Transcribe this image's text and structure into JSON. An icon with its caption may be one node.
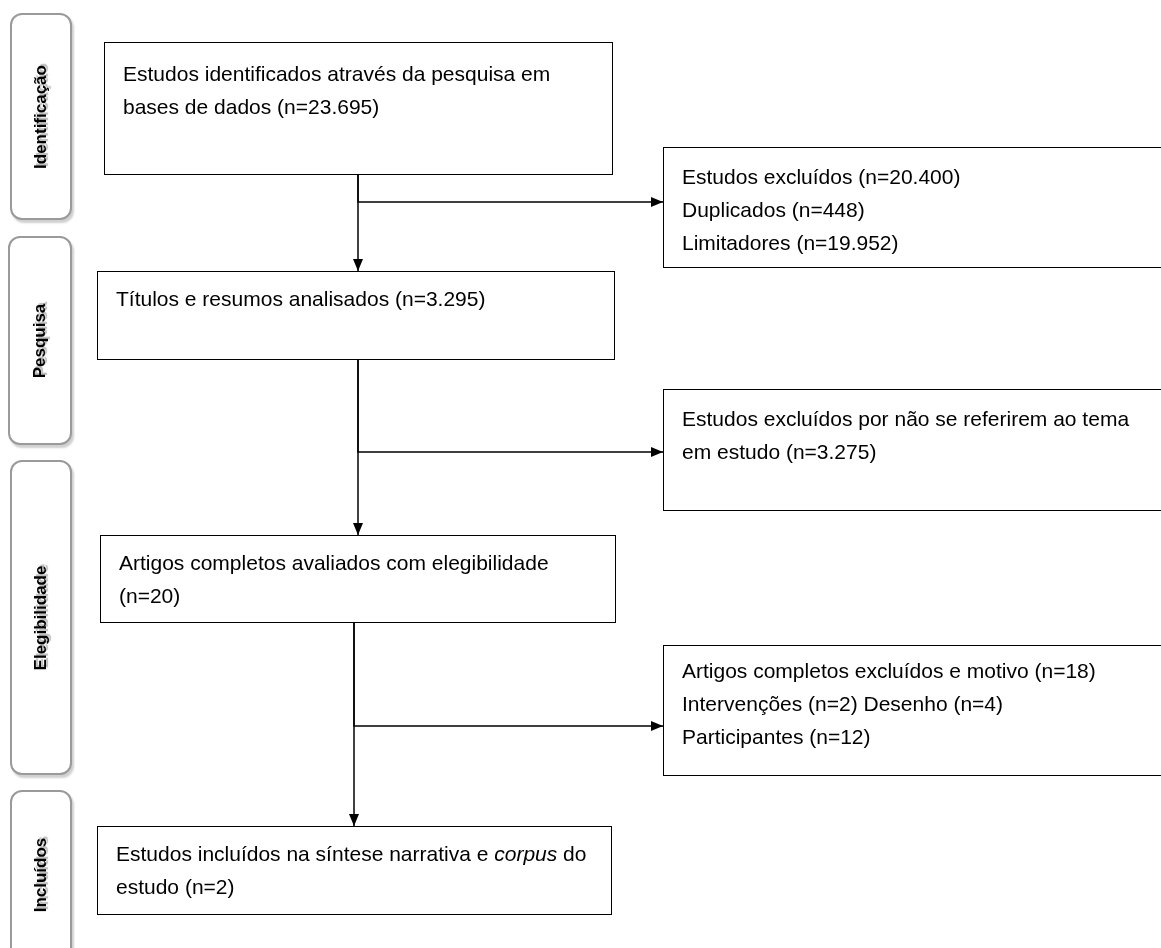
{
  "diagram": {
    "nodes": [
      {
        "text": [
          "Identificação"
        ]
      },
      {
        "text": [
          "Pesquisa"
        ]
      },
      {
        "text": [
          "Elegibilidade"
        ]
      },
      {
        "text": [
          "Incluídos"
        ]
      },
      {
        "text": [
          "Estudos identificados através da pesquisa em bases de dados (n=23.695)"
        ]
      },
      {
        "text": [
          "Estudos excluídos (n=20.400)",
          "Duplicados (n=448)",
          "Limitadores (n=19.952)"
        ]
      },
      {
        "text": [
          "Títulos e resumos analisados (n=3.295)"
        ]
      },
      {
        "text": [
          "Estudos excluídos por não se referirem ao tema em estudo (n=3.275)"
        ]
      },
      {
        "text": [
          "Artigos completos avaliados com elegibilidade (n=20)"
        ]
      },
      {
        "text": [
          "Artigos completos excluídos e motivo (n=18)",
          "Intervenções (n=2) Desenho (n=4)",
          "Participantes (n=12)"
        ]
      },
      {
        "text": [
          "Estudos incluídos na síntese narrativa e *corpus* do estudo (n=2)"
        ]
      }
    ],
    "edges": [
      {
        "from": 4,
        "to": 6,
        "arrow": "to"
      },
      {
        "from": 4,
        "to": 5,
        "arrow": "to"
      },
      {
        "from": 6,
        "to": 8,
        "arrow": "to"
      },
      {
        "from": 6,
        "to": 7,
        "arrow": "to"
      },
      {
        "from": 8,
        "to": 10,
        "arrow": "to"
      },
      {
        "from": 8,
        "to": 9,
        "arrow": "to"
      }
    ]
  }
}
